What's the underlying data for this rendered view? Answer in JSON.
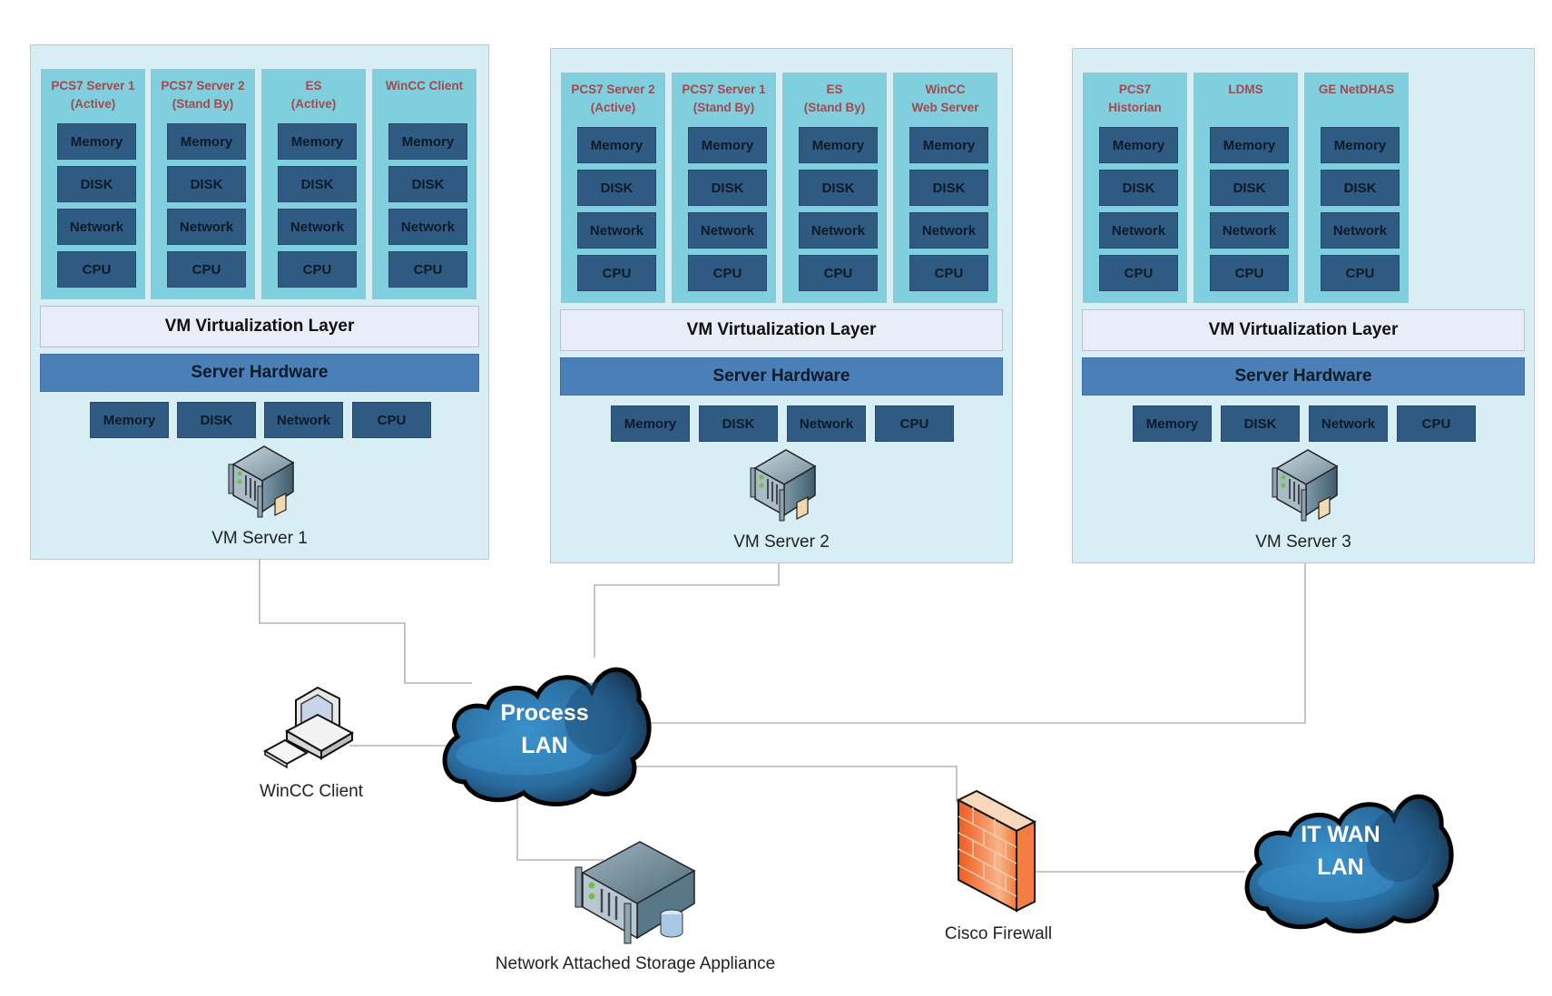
{
  "hosts": [
    {
      "label": "VM Server 1",
      "vms": [
        {
          "title": "PCS7 Server 1\n(Active)"
        },
        {
          "title": "PCS7 Server 2\n(Stand By)"
        },
        {
          "title": "ES\n(Active)"
        },
        {
          "title": "WinCC Client"
        }
      ],
      "virtualization_layer": "VM Virtualization Layer",
      "server_hardware": "Server Hardware",
      "hardware_resources": [
        "Memory",
        "DISK",
        "Network",
        "CPU"
      ]
    },
    {
      "label": "VM Server 2",
      "vms": [
        {
          "title": "PCS7 Server 2\n(Active)"
        },
        {
          "title": "PCS7 Server 1\n(Stand By)"
        },
        {
          "title": "ES\n(Stand By)"
        },
        {
          "title": "WinCC\nWeb Server"
        }
      ],
      "virtualization_layer": "VM Virtualization Layer",
      "server_hardware": "Server Hardware",
      "hardware_resources": [
        "Memory",
        "DISK",
        "Network",
        "CPU"
      ]
    },
    {
      "label": "VM Server 3",
      "vms": [
        {
          "title": "PCS7\nHistorian"
        },
        {
          "title": "LDMS"
        },
        {
          "title": "GE NetDHAS"
        }
      ],
      "virtualization_layer": "VM Virtualization Layer",
      "server_hardware": "Server Hardware",
      "hardware_resources": [
        "Memory",
        "DISK",
        "Network",
        "CPU"
      ]
    }
  ],
  "vm_resources": [
    "Memory",
    "DISK",
    "Network",
    "CPU"
  ],
  "network": {
    "process_lan": "Process\nLAN",
    "it_wan": "IT WAN\nLAN",
    "wincc_client": "WinCC Client",
    "nas": "Network Attached Storage Appliance",
    "firewall": "Cisco Firewall"
  },
  "colors": {
    "host_bg": "#d7eef4",
    "vm_bg": "#7fcfdf",
    "resource_box": "#2f5a82",
    "vm_title_text": "#a24a4e",
    "virtualization_bg": "#e8edf7",
    "server_hardware_bg": "#4a7fb8",
    "cloud": "#2e7cb6",
    "firewall": "#f26b2a"
  }
}
